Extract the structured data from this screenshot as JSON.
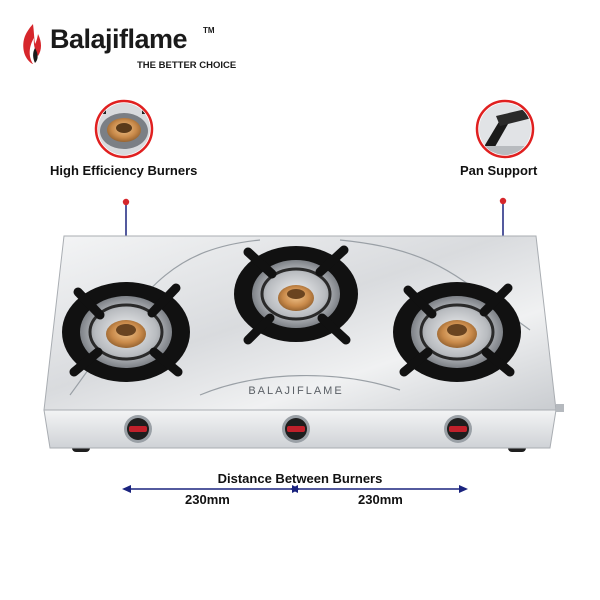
{
  "brand": {
    "name": "Balajiflame",
    "trademark": "TM",
    "tagline": "THE BETTER CHOICE",
    "stove_engraving": "BALAJIFLAME"
  },
  "callouts": {
    "left_label": "High Efficiency Burners",
    "right_label": "Pan Support"
  },
  "dimensions": {
    "title": "Distance Between Burners",
    "left": "230mm",
    "right": "230mm"
  },
  "colors": {
    "brand_red": "#d6262b",
    "callout_ring": "#e02020",
    "leader_line": "#1a237e",
    "steel": "#e6e7e9",
    "grate": "#1a1a1a",
    "brass": "#c98a4a"
  },
  "icons": [
    "flame-logo-icon",
    "burner-thumbnail",
    "pan-support-thumbnail",
    "knob"
  ]
}
